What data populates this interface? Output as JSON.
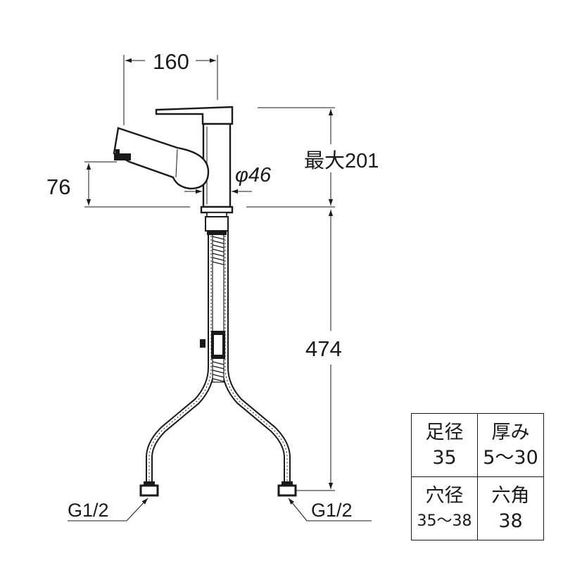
{
  "dimensions": {
    "spout_reach": "160",
    "max_height": "最大201",
    "spout_height": "76",
    "body_diameter": "φ46",
    "hose_length": "474",
    "connection_left": "G1/2",
    "connection_right": "G1/2"
  },
  "spec_table": {
    "cells": [
      {
        "label": "足径",
        "value": "35"
      },
      {
        "label": "厚み",
        "value": "5～30"
      },
      {
        "label": "穴径",
        "value": "35～38"
      },
      {
        "label": "六角",
        "value": "38"
      }
    ]
  }
}
